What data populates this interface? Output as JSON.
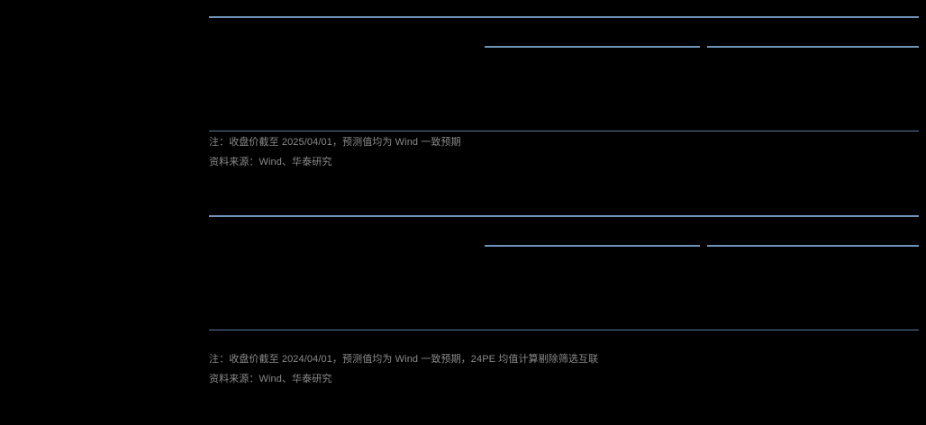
{
  "page": {
    "background_color": "#000000",
    "rule_color": "#6f93b8",
    "note_text_color": "#8a8a8a"
  },
  "tables": [
    {
      "id": "table-1",
      "columns": [],
      "column_group_labels": [
        "",
        ""
      ],
      "rows": [],
      "notes": {
        "note": "注：收盘价截至 2025/04/01，预测值均为 Wind 一致预期",
        "source": "资料来源：Wind、华泰研究"
      }
    },
    {
      "id": "table-2",
      "columns": [],
      "column_group_labels": [
        "",
        ""
      ],
      "rows": [],
      "notes": {
        "note": "注：收盘价截至 2024/04/01，预测值均为 Wind 一致预期，24PE 均值计算剔除筛选互联",
        "source": "资料来源：Wind、华泰研究"
      }
    }
  ]
}
